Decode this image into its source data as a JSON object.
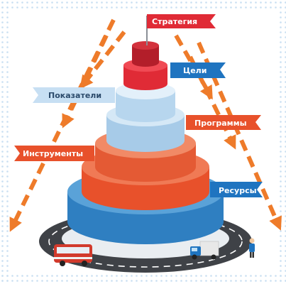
{
  "flags": {
    "strategy": "Стратегия",
    "goals": "Цели",
    "indicators": "Показатели",
    "programs": "Программы",
    "tools": "Инструменты",
    "resources": "Ресурсы"
  },
  "colors": {
    "red_dark": "#b31e2a",
    "red": "#e02b36",
    "light_blue": "#b7d6ee",
    "orange": "#e8512b",
    "blue": "#2f7fc1",
    "arrow_orange": "#ee7b2a",
    "road": "#3f4247"
  },
  "icons": [
    "bus-icon",
    "truck-icon",
    "person-icon"
  ]
}
